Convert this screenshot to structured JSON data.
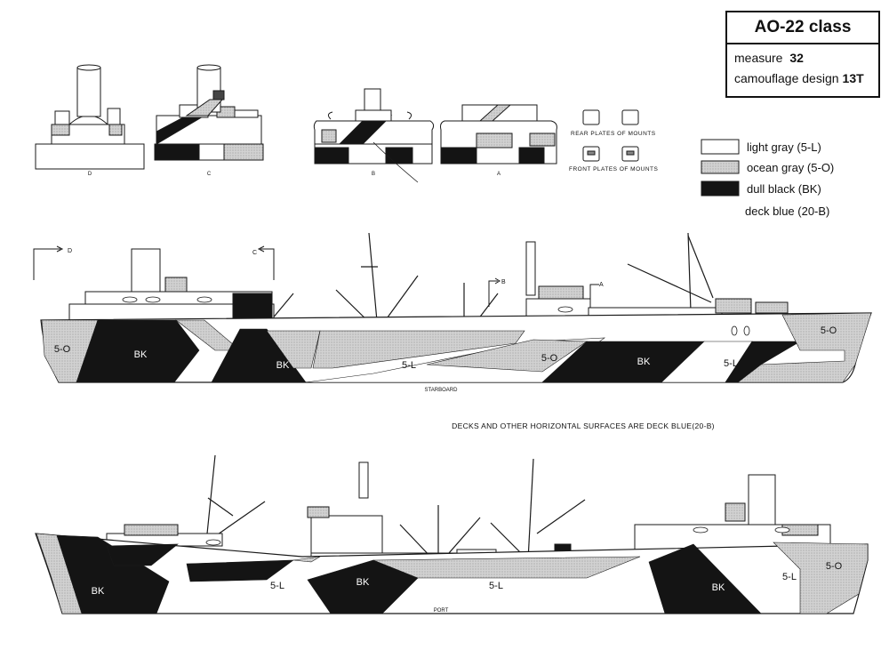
{
  "title": {
    "class_name": "AO-22 class",
    "measure_label": "measure",
    "measure_value": "32",
    "design_label": "camouflage design",
    "design_value": "13T"
  },
  "legend": [
    {
      "label": "light gray (5-L)",
      "swatch": "light"
    },
    {
      "label": "ocean gray (5-O)",
      "swatch": "ocean"
    },
    {
      "label": "dull black (BK)",
      "swatch": "black"
    },
    {
      "label": "deck blue (20-B)",
      "swatch": "none"
    }
  ],
  "colors": {
    "light_gray": "#ffffff",
    "ocean_gray": "#cfcfcf",
    "dull_black": "#141414",
    "line": "#1a1a1a"
  },
  "mount_plates": {
    "rear_label": "REAR PLATES OF MOUNTS",
    "front_label": "FRONT PLATES OF MOUNTS"
  },
  "sections": [
    "D",
    "C",
    "B",
    "A"
  ],
  "section_markers": [
    "D",
    "C",
    "B",
    "A"
  ],
  "starboard": {
    "view_label": "STARBOARD",
    "patch_labels": [
      "5-O",
      "BK",
      "BK",
      "5-L",
      "5-O",
      "BK",
      "5-L",
      "5-O"
    ]
  },
  "note": "DECKS AND OTHER HORIZONTAL SURFACES ARE DECK BLUE(20-B)",
  "port": {
    "view_label": "PORT",
    "patch_labels": [
      "BK",
      "5-L",
      "BK",
      "5-L",
      "BK",
      "5-L",
      "5-O"
    ]
  }
}
